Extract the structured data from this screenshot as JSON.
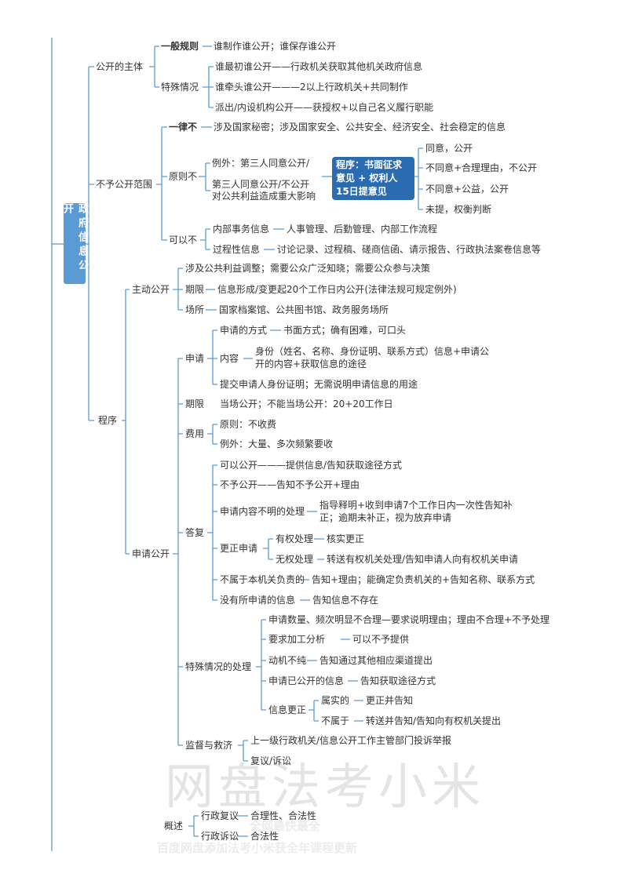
{
  "root": "政府信息公开",
  "nodes": {
    "subject": "公开的主体",
    "general_rule": "一般规则",
    "general_rule_text": "谁制作谁公开；谁保存谁公开",
    "special": "特殊情况",
    "special_1": "谁最初谁公开——行政机关获取其他机关政府信息",
    "special_2": "谁牵头谁公开———2以上行政机关+共同制作",
    "special_3": "派出/内设机构公开——获授权+以自己名义履行职能",
    "exempt": "不予公开范围",
    "never": "一律不",
    "never_text": "涉及国家秘密；涉及国家安全、公共安全、经济安全、社会稳定的信息",
    "principle": "原则不",
    "exception": "例外：第三人同意公开/",
    "third_party_1": "第三人同意公开/不公开",
    "third_party_2": "对公共利益造成重大影响",
    "procedure_box": [
      "程序：书面征求",
      "意见 + 权利人",
      "15日提意见"
    ],
    "agree": "同意，公开",
    "disagree_reason": "不同意+合理理由，不公开",
    "disagree_public": "不同意+公益，公开",
    "no_response": "未提，权衡判断",
    "may_not": "可以不",
    "internal": "内部事务信息",
    "internal_text": "人事管理、后勤管理、内部工作流程",
    "process_info": "过程性信息",
    "process_info_text": "讨论记录、过程稿、磋商信函、请示报告、行政执法案卷信息等",
    "procedure": "程序",
    "active": "主动公开",
    "active_scope": "涉及公共利益调整；需要公众广泛知晓；需要公众参与决策",
    "active_term": "期限",
    "active_term_text": "信息形成/变更起20个工作日内公开(法律法规可规定例外)",
    "active_place": "场所",
    "active_place_text": "国家档案馆、公共图书馆、政务服务场所",
    "apply_public": "申请公开",
    "apply": "申请",
    "apply_method": "申请的方式",
    "apply_method_text": "书面方式；确有困难，可口头",
    "content": "内容",
    "content_text_1": "身份（姓名、名称、身份证明、联系方式）信息+申请公",
    "content_text_2": "开的内容+获取信息的途径",
    "submit_id": "提交申请人身份证明；无需说明申请信息的用途",
    "term": "期限",
    "term_text": "当场公开；不能当场公开：20+20工作日",
    "fee": "费用",
    "fee_principle": "原则：不收费",
    "fee_exception": "例外：大量、多次频繁要收",
    "reply": "答复",
    "reply_1": "可以公开———提供信息/告知获取途径方式",
    "reply_2": "不予公开——告知不予公开+理由",
    "unclear": "申请内容不明的处理",
    "unclear_text_1": "指导释明+收到申请7个工作日内一次性告知补",
    "unclear_text_2": "正；逾期未补正，视为放弃申请",
    "correction": "更正申请",
    "authorized": "有权处理",
    "authorized_text": "核实更正",
    "unauthorized": "无权处理",
    "unauthorized_text": "转送有权机关处理/告知申请人向有权机关申请",
    "not_responsible": "不属于本机关负责的",
    "not_responsible_text": "告知+理由；能确定负责机关的+告知名称、联系方式",
    "no_info": "没有所申请的信息",
    "no_info_text": "告知信息不存在",
    "special_handling": "特殊情况的处理",
    "sh_1": "申请数量、频次明显不合理—要求说明理由；理由不合理+不予处理",
    "sh_2": "要求加工分析",
    "sh_2_text": "可以不予提供",
    "sh_3": "动机不纯",
    "sh_3_text": "告知通过其他相应渠道提出",
    "sh_4": "申请已公开的信息",
    "sh_4_text": "告知获取途径方式",
    "sh_5": "信息更正",
    "sh_5a": "属实的",
    "sh_5a_text": "更正并告知",
    "sh_5b": "不属于",
    "sh_5b_text": "转送并告知/告知向有权机关提出",
    "supervision": "监督与救济",
    "sup_1": "上一级行政机关/信息公开工作主管部门投诉举报",
    "sup_2": "复议/诉讼",
    "overview": "概述",
    "admin_review": "行政复议",
    "admin_review_text": "合理性、合法性",
    "admin_litigation": "行政诉讼",
    "admin_litigation_text": "合法性"
  },
  "watermark": {
    "main": "网盘法考小米",
    "line1": "全网最快最全",
    "line2": "百度网盘添加法考小米获全年课程更新"
  },
  "colors": {
    "line": "#5b9bd5",
    "root_bg": "#5b9bd5",
    "box_bg": "#2b6cb0",
    "watermark": "#e4e4e4"
  }
}
